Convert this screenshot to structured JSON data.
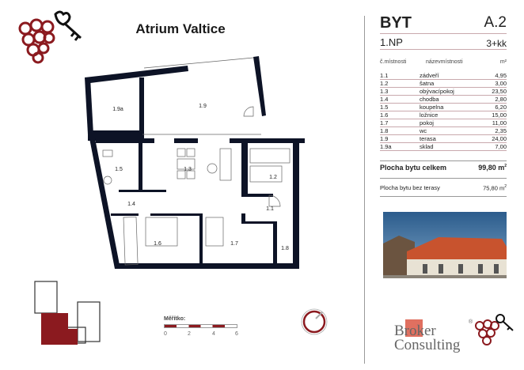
{
  "header": {
    "title": "Atrium Valtice"
  },
  "unit": {
    "label": "BYT",
    "code": "A.2",
    "floor": "1.NP",
    "layout": "3+kk"
  },
  "table": {
    "headers": [
      "č.místnosti",
      "názevmístnosti",
      "m²"
    ],
    "rows": [
      [
        "1.1",
        "zádveří",
        "4,95"
      ],
      [
        "1.2",
        "šatna",
        "3,00"
      ],
      [
        "1.3",
        "obývacípokoj",
        "23,50"
      ],
      [
        "1.4",
        "chodba",
        "2,80"
      ],
      [
        "1.5",
        "koupelna",
        "6,20"
      ],
      [
        "1.6",
        "ložnice",
        "15,00"
      ],
      [
        "1.7",
        "pokoj",
        "11,00"
      ],
      [
        "1.8",
        "wc",
        "2,35"
      ],
      [
        "1.9",
        "terasa",
        "24,00"
      ],
      [
        "1.9a",
        "sklad",
        "7,00"
      ]
    ]
  },
  "totals": {
    "total_label": "Plocha bytu celkem",
    "total_value": "99,80 m",
    "sup": "2",
    "noterrace_label": "Plocha bytu bez terasy",
    "noterrace_value": "75,80 m"
  },
  "plan": {
    "labels": {
      "r19a": "1.9a",
      "r19": "1.9",
      "r15": "1.5",
      "r13": "1.3",
      "r12": "1.2",
      "r14": "1.4",
      "r11": "1.1",
      "r16": "1.6",
      "r17": "1.7",
      "r18": "1.8"
    }
  },
  "scale": {
    "label": "Měřítko:",
    "ticks": [
      "0",
      "2",
      "4",
      "6"
    ]
  },
  "brand": {
    "logo_text": "Broker Consulting",
    "registered": "®"
  },
  "colors": {
    "accent": "#8b1a1f",
    "wall": "#0d1326",
    "logo_box": "#e07060"
  },
  "icons": [
    "grape-key-logo",
    "compass-icon"
  ]
}
